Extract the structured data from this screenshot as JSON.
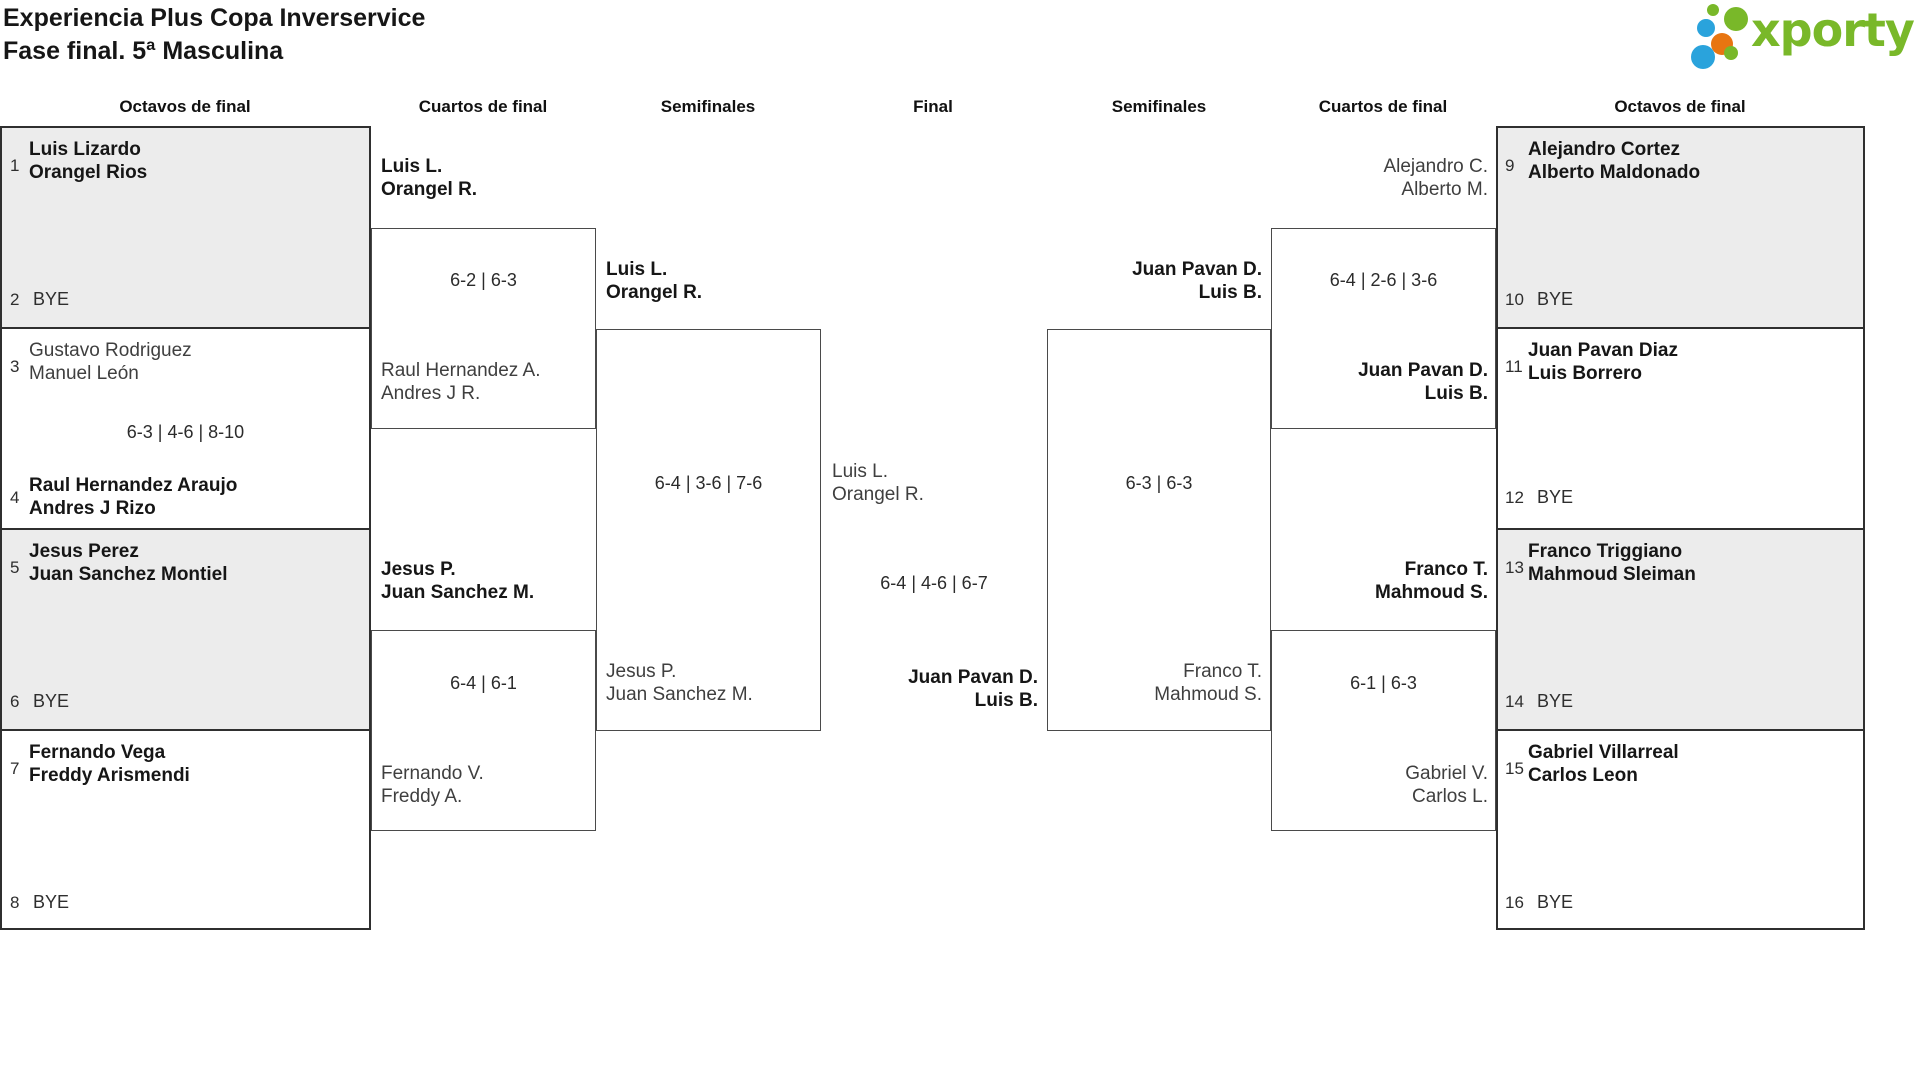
{
  "title": {
    "line1": "Experiencia Plus Copa Inverservice",
    "line2": "Fase final. 5ª Masculina"
  },
  "logo": {
    "text": "xporty",
    "green": "#79b829",
    "blue": "#2aa3dc",
    "orange": "#e87511"
  },
  "colors": {
    "box_fill_gray": "#ececec",
    "box_border": "#2f2f2f",
    "inner_border": "#4a4a4a"
  },
  "rounds": [
    "Octavos de final",
    "Cuartos de final",
    "Semifinales",
    "Final",
    "Semifinales",
    "Cuartos de final",
    "Octavos de final"
  ],
  "ol": [
    {
      "s1": "1",
      "n1a": "Luis Lizardo",
      "n1b": "Orangel Rios",
      "s2": "2",
      "bye": "BYE"
    },
    {
      "s1": "3",
      "n1a": "Gustavo Rodriguez",
      "n1b": "Manuel León",
      "score": "6-3 | 4-6 | 8-10",
      "s2": "4",
      "n2a": "Raul Hernandez Araujo",
      "n2b": "Andres J Rizo"
    },
    {
      "s1": "5",
      "n1a": "Jesus Perez",
      "n1b": "Juan Sanchez Montiel",
      "s2": "6",
      "bye": "BYE"
    },
    {
      "s1": "7",
      "n1a": "Fernando Vega",
      "n1b": "Freddy Arismendi",
      "s2": "8",
      "bye": "BYE"
    }
  ],
  "or": [
    {
      "s1": "9",
      "n1a": "Alejandro Cortez",
      "n1b": "Alberto Maldonado",
      "s2": "10",
      "bye": "BYE"
    },
    {
      "s1": "11",
      "n1a": "Juan Pavan Diaz",
      "n1b": "Luis Borrero",
      "s2": "12",
      "bye": "BYE"
    },
    {
      "s1": "13",
      "n1a": "Franco Triggiano",
      "n1b": "Mahmoud Sleiman",
      "s2": "14",
      "bye": "BYE"
    },
    {
      "s1": "15",
      "n1a": "Gabriel Villarreal",
      "n1b": "Carlos Leon",
      "s2": "16",
      "bye": "BYE"
    }
  ],
  "ql": [
    {
      "t1a": "Luis L.",
      "t1b": "Orangel R.",
      "score": "6-2 | 6-3",
      "t2a": "Raul Hernandez A.",
      "t2b": "Andres J R."
    },
    {
      "t1a": "Jesus P.",
      "t1b": "Juan Sanchez M.",
      "score": "6-4 | 6-1",
      "t2a": "Fernando V.",
      "t2b": "Freddy A."
    }
  ],
  "qr": [
    {
      "t1a": "Alejandro C.",
      "t1b": "Alberto M.",
      "score": "6-4 | 2-6 | 3-6",
      "t2a": "Juan Pavan D.",
      "t2b": "Luis B."
    },
    {
      "t1a": "Franco T.",
      "t1b": "Mahmoud S.",
      "score": "6-1 | 6-3",
      "t2a": "Gabriel V.",
      "t2b": "Carlos L."
    }
  ],
  "sl": {
    "t1a": "Luis L.",
    "t1b": "Orangel R.",
    "score": "6-4 | 3-6 | 7-6",
    "t2a": "Jesus P.",
    "t2b": "Juan Sanchez M."
  },
  "sr": {
    "t1a": "Juan Pavan D.",
    "t1b": "Luis B.",
    "score": "6-3 | 6-3",
    "t2a": "Franco T.",
    "t2b": "Mahmoud S."
  },
  "fin": {
    "t1a": "Luis L.",
    "t1b": "Orangel R.",
    "score": "6-4 | 4-6 | 6-7",
    "t2a": "Juan Pavan D.",
    "t2b": "Luis B."
  }
}
